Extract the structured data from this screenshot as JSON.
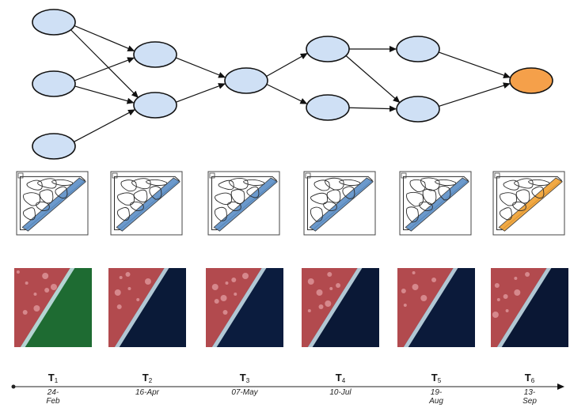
{
  "graph": {
    "nodes": [
      {
        "id": "n1",
        "level": 1,
        "highlight": false
      },
      {
        "id": "n2",
        "level": 1,
        "highlight": false
      },
      {
        "id": "n3",
        "level": 1,
        "highlight": false
      },
      {
        "id": "n4",
        "level": 2,
        "highlight": false
      },
      {
        "id": "n5",
        "level": 2,
        "highlight": false
      },
      {
        "id": "n6",
        "level": 3,
        "highlight": false
      },
      {
        "id": "n7",
        "level": 4,
        "highlight": false
      },
      {
        "id": "n8",
        "level": 4,
        "highlight": false
      },
      {
        "id": "n9",
        "level": 5,
        "highlight": false
      },
      {
        "id": "n10",
        "level": 5,
        "highlight": false
      },
      {
        "id": "n11",
        "level": 6,
        "highlight": true
      }
    ],
    "edges": [
      [
        "n1",
        "n4"
      ],
      [
        "n1",
        "n5"
      ],
      [
        "n2",
        "n4"
      ],
      [
        "n2",
        "n5"
      ],
      [
        "n3",
        "n5"
      ],
      [
        "n4",
        "n6"
      ],
      [
        "n5",
        "n6"
      ],
      [
        "n6",
        "n7"
      ],
      [
        "n6",
        "n8"
      ],
      [
        "n7",
        "n9"
      ],
      [
        "n7",
        "n10"
      ],
      [
        "n8",
        "n10"
      ],
      [
        "n9",
        "n11"
      ],
      [
        "n10",
        "n11"
      ]
    ],
    "colors": {
      "node_fill": "#cfe0f5",
      "highlight_fill": "#f5a04a",
      "stroke": "#111111"
    }
  },
  "timeline": [
    {
      "t": "T",
      "sub": "1",
      "date_lines": [
        "24-",
        "Feb"
      ]
    },
    {
      "t": "T",
      "sub": "2",
      "date_lines": [
        "16-Apr"
      ]
    },
    {
      "t": "T",
      "sub": "3",
      "date_lines": [
        "07-May"
      ]
    },
    {
      "t": "T",
      "sub": "4",
      "date_lines": [
        "10-Jul"
      ]
    },
    {
      "t": "T",
      "sub": "5",
      "date_lines": [
        "19-",
        "Aug"
      ]
    },
    {
      "t": "T",
      "sub": "6",
      "date_lines": [
        "13-",
        "Sep"
      ]
    }
  ],
  "sketch_colors": {
    "line": "#2b2b2b",
    "coast": "#5b8fc7",
    "highlight": "#f0a030"
  },
  "satellite_colors": {
    "land": "#b24a4e",
    "land_light": "#e6a3a6",
    "surf": "#cfe6f0",
    "sea": [
      "#1e6b32",
      "#0a1a38",
      "#0b1c3e",
      "#0a1836",
      "#0b1a3a",
      "#0a1734"
    ]
  }
}
